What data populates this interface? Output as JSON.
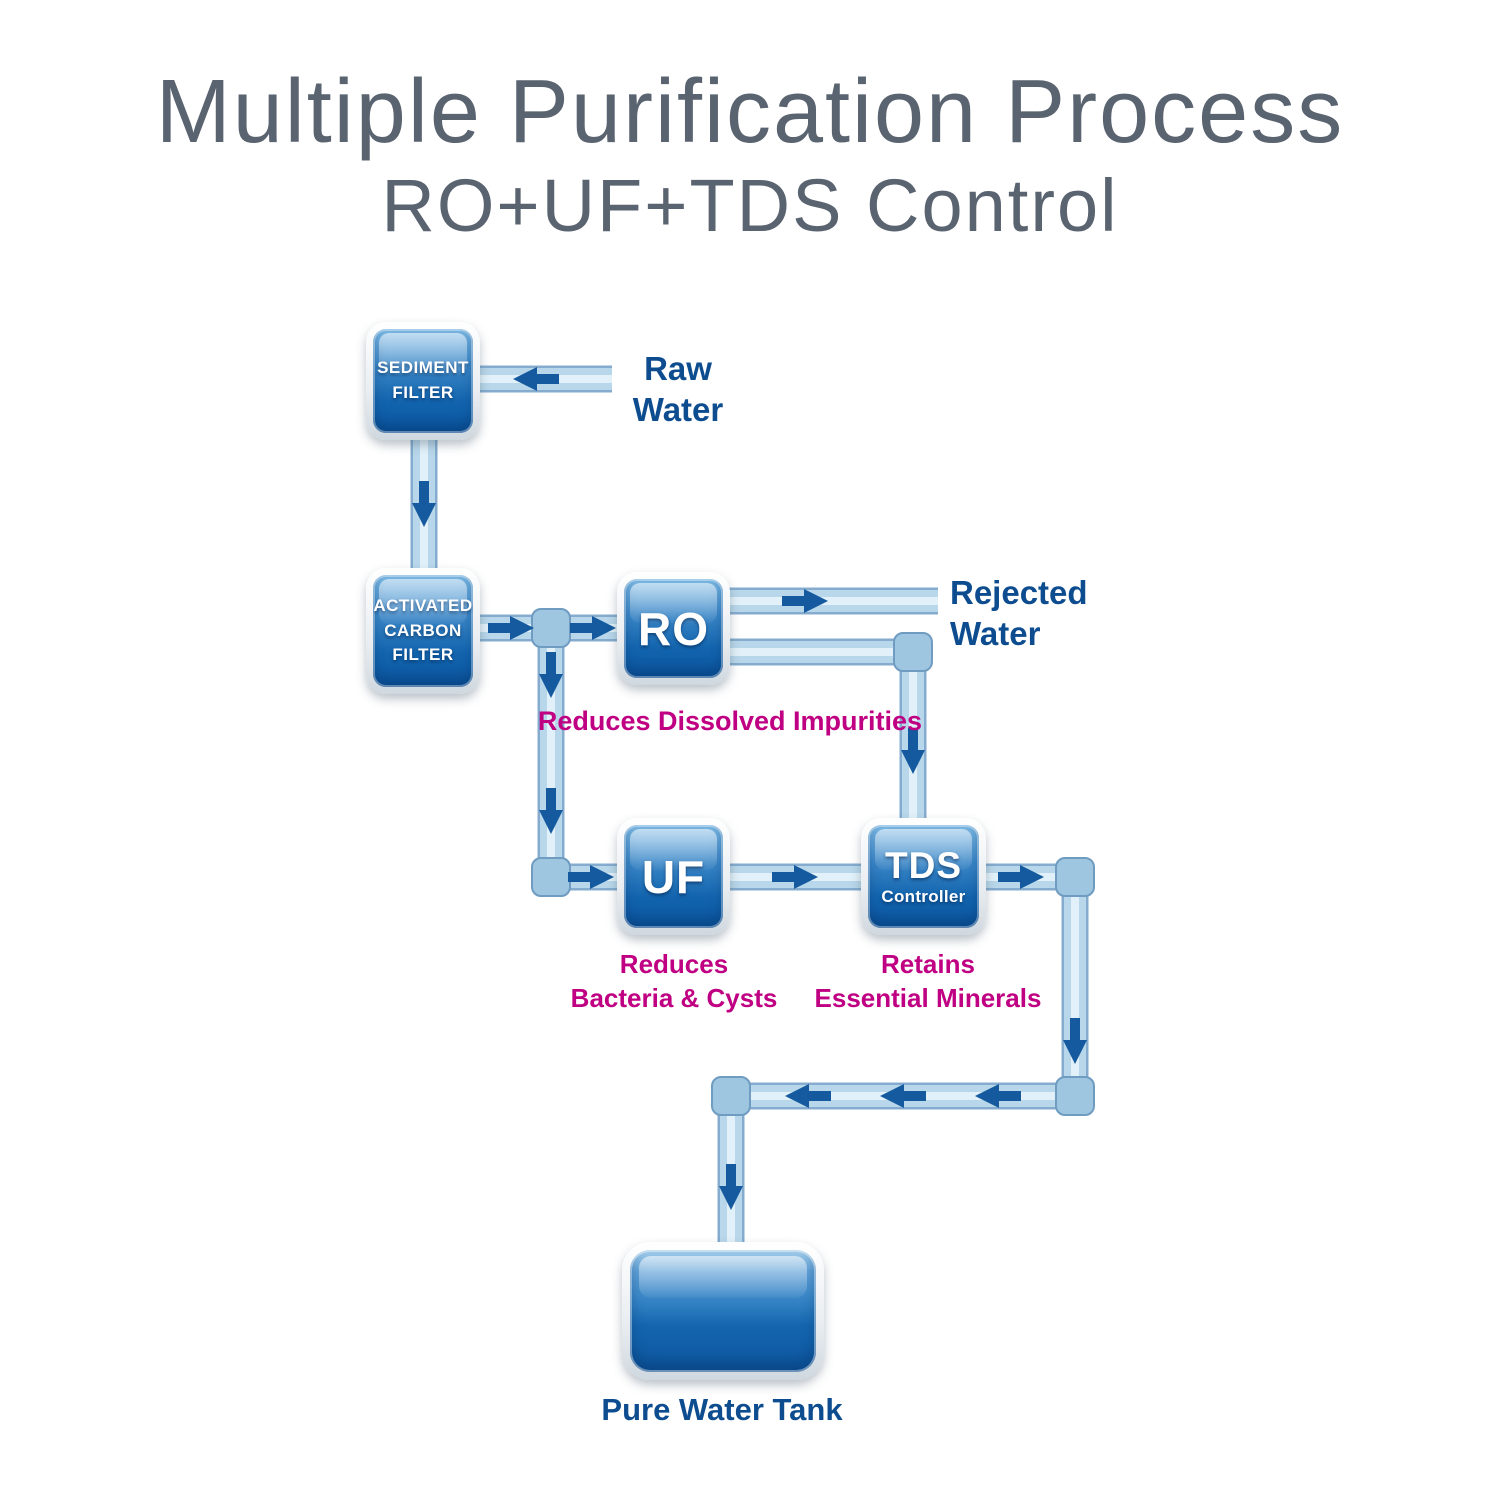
{
  "title": {
    "line1": "Multiple Purification Process",
    "line2": "RO+UF+TDS Control"
  },
  "stream_labels": {
    "raw_line1": "Raw",
    "raw_line2": "Water",
    "rejected_line1": "Rejected",
    "rejected_line2": "Water",
    "tank": "Pure Water Tank"
  },
  "nodes": {
    "sediment": {
      "line1": "SEDIMENT",
      "line2": "FILTER"
    },
    "carbon": {
      "line1": "ACTIVATED",
      "line2": "CARBON",
      "line3": "FILTER"
    },
    "ro": {
      "label": "RO"
    },
    "uf": {
      "label": "UF"
    },
    "tds": {
      "label": "TDS",
      "sublabel": "Controller"
    }
  },
  "captions": {
    "ro": "Reduces Dissolved Impurities",
    "uf_line1": "Reduces",
    "uf_line2": "Bacteria & Cysts",
    "tds_line1": "Retains",
    "tds_line2": "Essential Minerals"
  },
  "colors": {
    "title": "#5a6370",
    "pipe": "#b9d7ea",
    "arrow": "#155a9e",
    "label_blue": "#0d4d8f",
    "caption_magenta": "#c00082",
    "node_blue": "#0b559f"
  }
}
